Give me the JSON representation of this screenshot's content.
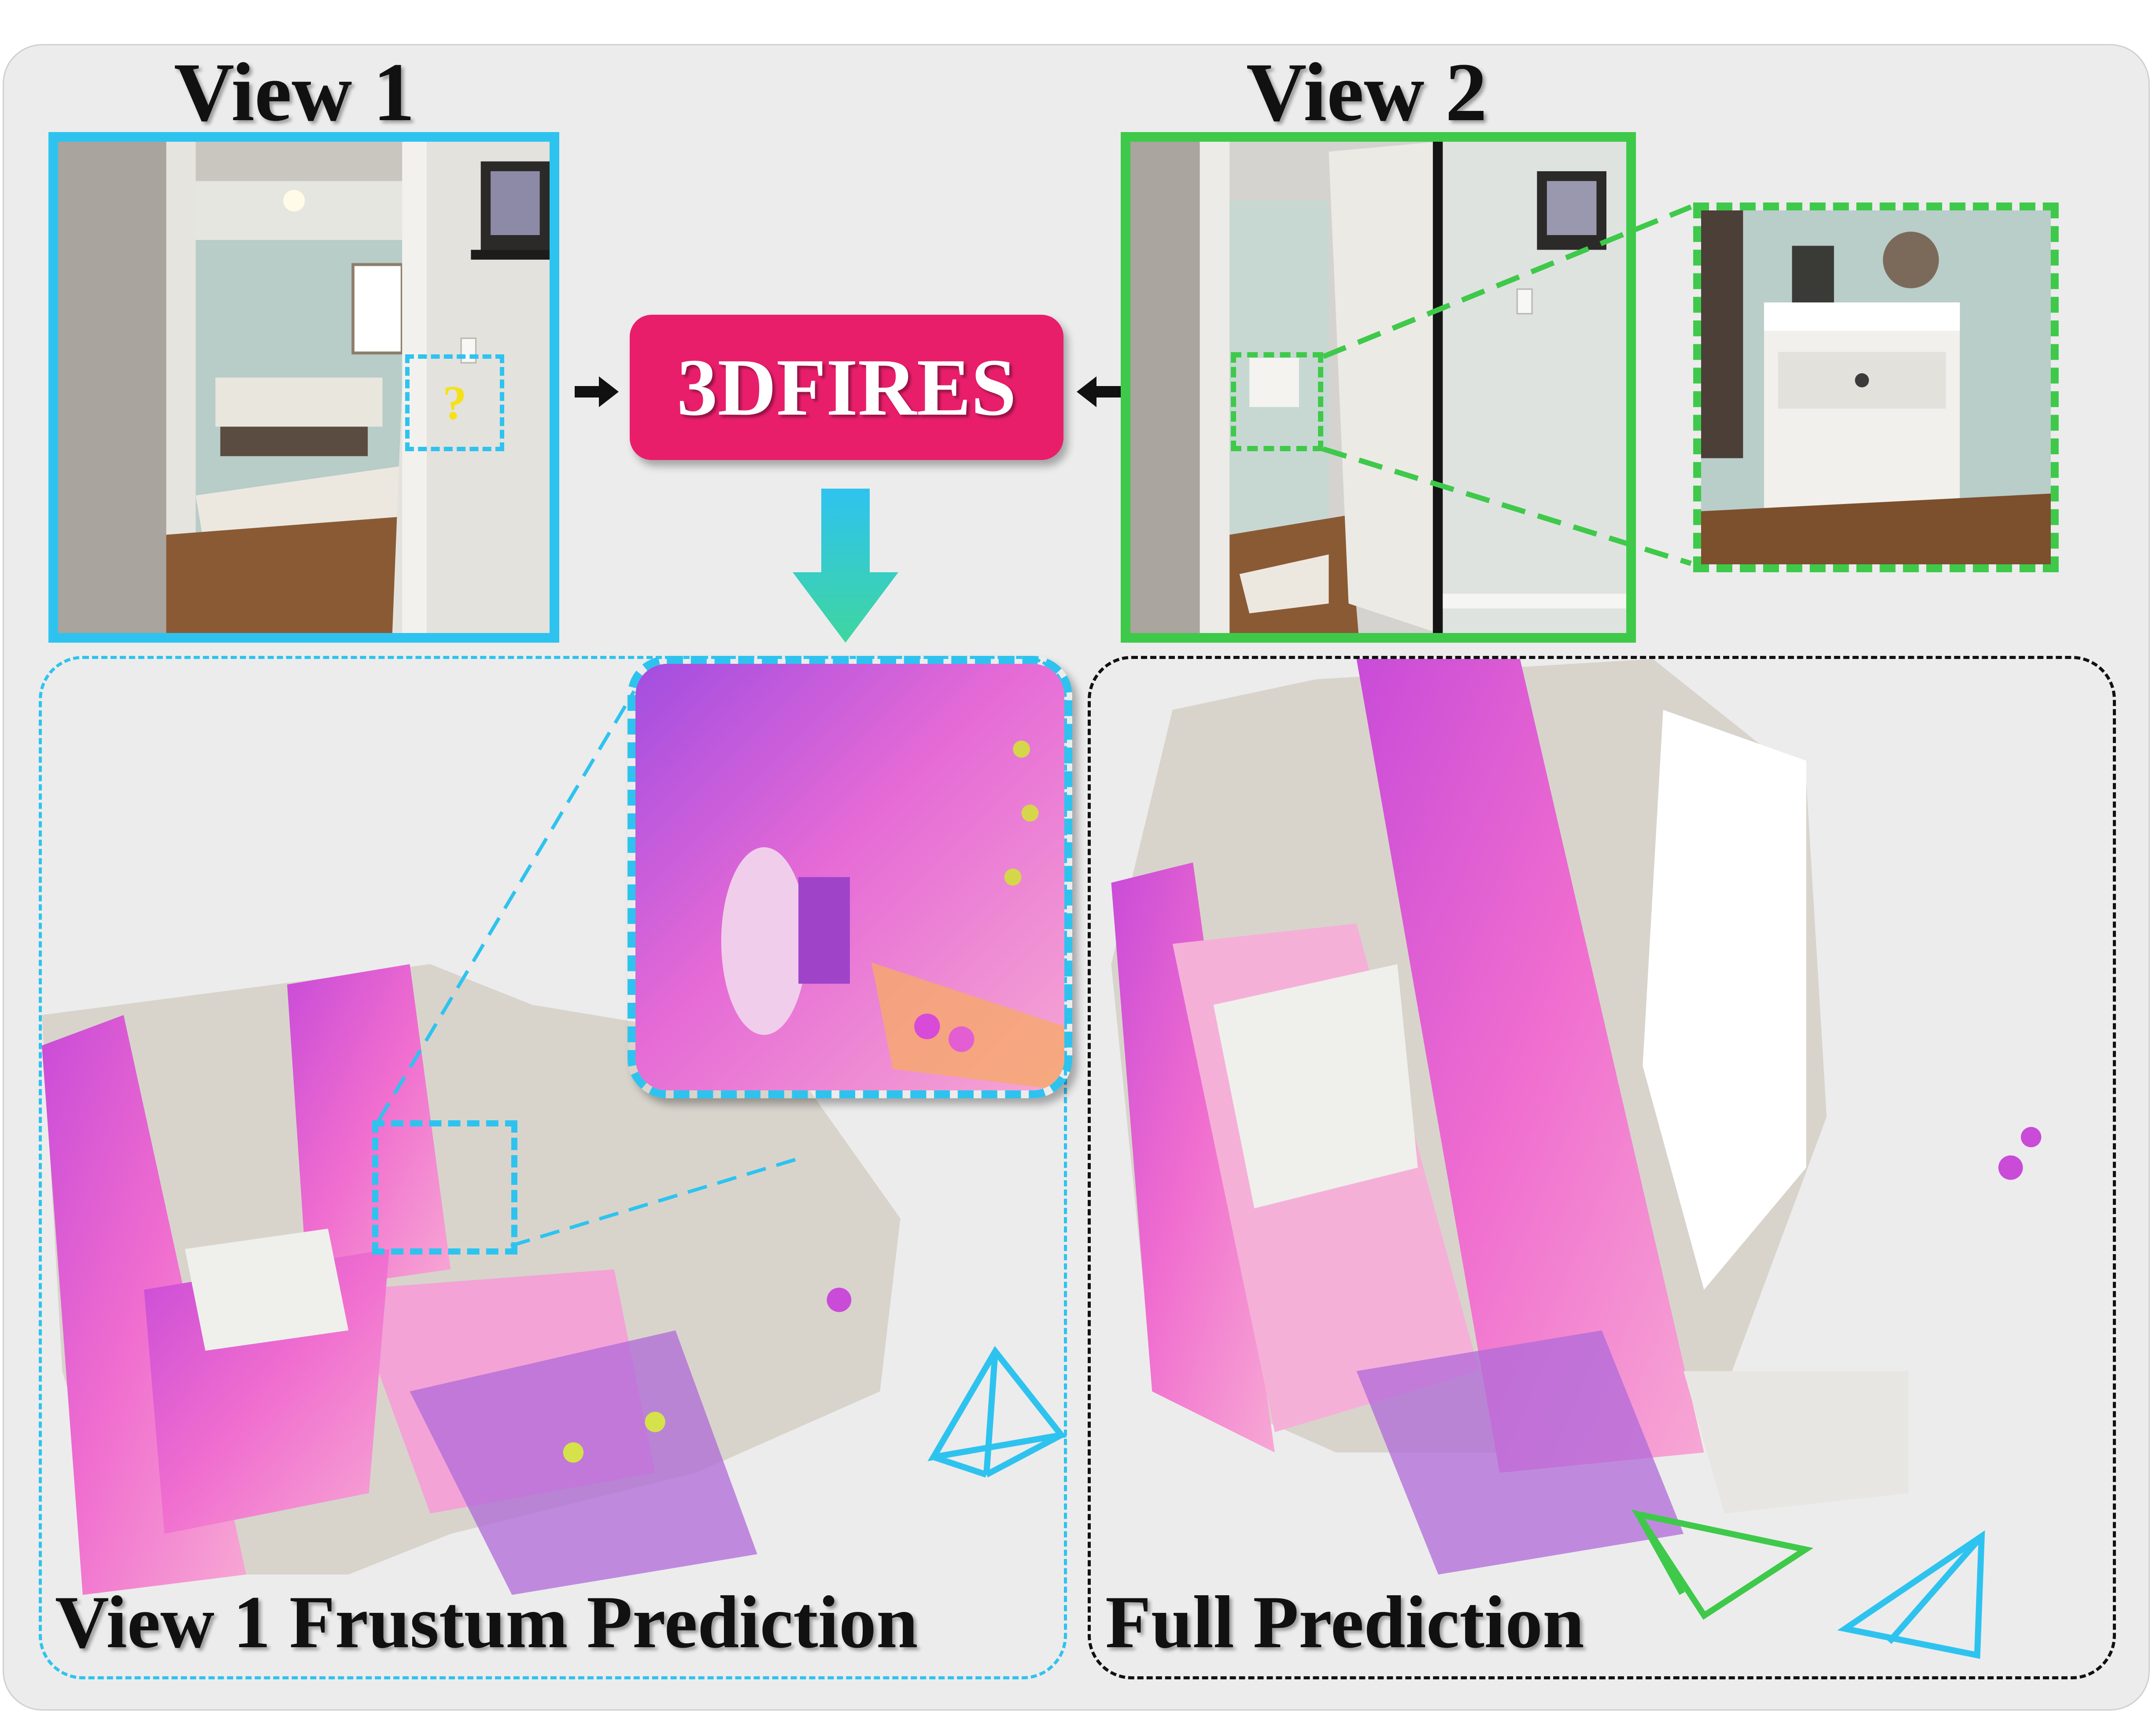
{
  "titles": {
    "view1": "View 1",
    "view2": "View 2"
  },
  "method": {
    "label": "3DFIRES",
    "color": "#e81e6b"
  },
  "query_marker": "?",
  "captions": {
    "left": "View 1 Frustum Prediction",
    "right": "Full Prediction"
  },
  "colors": {
    "view1_frame": "#2ec3ef",
    "view2_frame": "#3fc94a",
    "full_prediction_border": "#111111",
    "query_mark": "#f5e11a"
  },
  "icons": [
    "arrow-right-icon",
    "arrow-left-icon",
    "arrow-down-icon",
    "camera-frustum-icon"
  ]
}
